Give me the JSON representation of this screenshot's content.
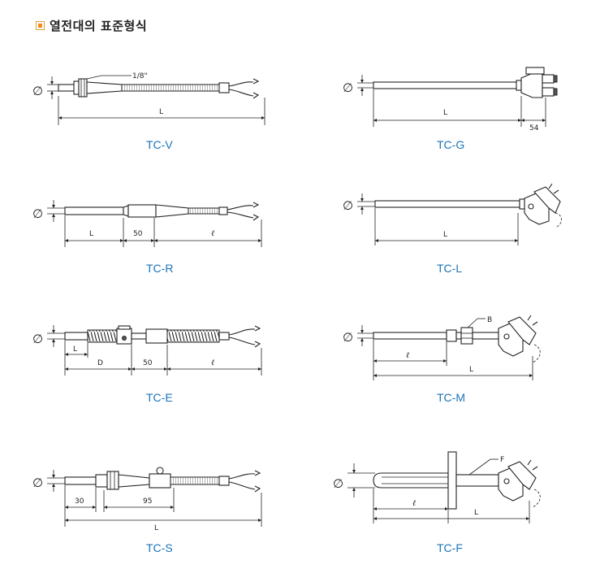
{
  "section": {
    "title": "열전대의 표준형식",
    "bullet_icon": "square-bullet-icon",
    "bullet_color": "#f08c1a"
  },
  "caption_color": "#1a73b8",
  "symbols": {
    "diameter": "∅"
  },
  "models": {
    "tcv": {
      "caption": "TC-V",
      "callout": "1/8\"",
      "dim_length": "L"
    },
    "tcg": {
      "caption": "TC-G",
      "dim_length": "L",
      "dim_head": "54"
    },
    "tcr": {
      "caption": "TC-R",
      "dim_probe": "L",
      "dim_mid": "50",
      "dim_lead": "ℓ"
    },
    "tcl": {
      "caption": "TC-L",
      "dim_length": "L"
    },
    "tce": {
      "caption": "TC-E",
      "dim_tip": "L",
      "dim_spring": "D",
      "dim_mid": "50",
      "dim_lead": "ℓ"
    },
    "tcm": {
      "caption": "TC-M",
      "callout": "B",
      "dim_insert": "ℓ",
      "dim_length": "L"
    },
    "tcs": {
      "caption": "TC-S",
      "dim_tip": "30",
      "dim_mid": "95",
      "dim_length": "L"
    },
    "tcf": {
      "caption": "TC-F",
      "callout": "F",
      "dim_insert": "ℓ",
      "dim_length": "L"
    }
  }
}
